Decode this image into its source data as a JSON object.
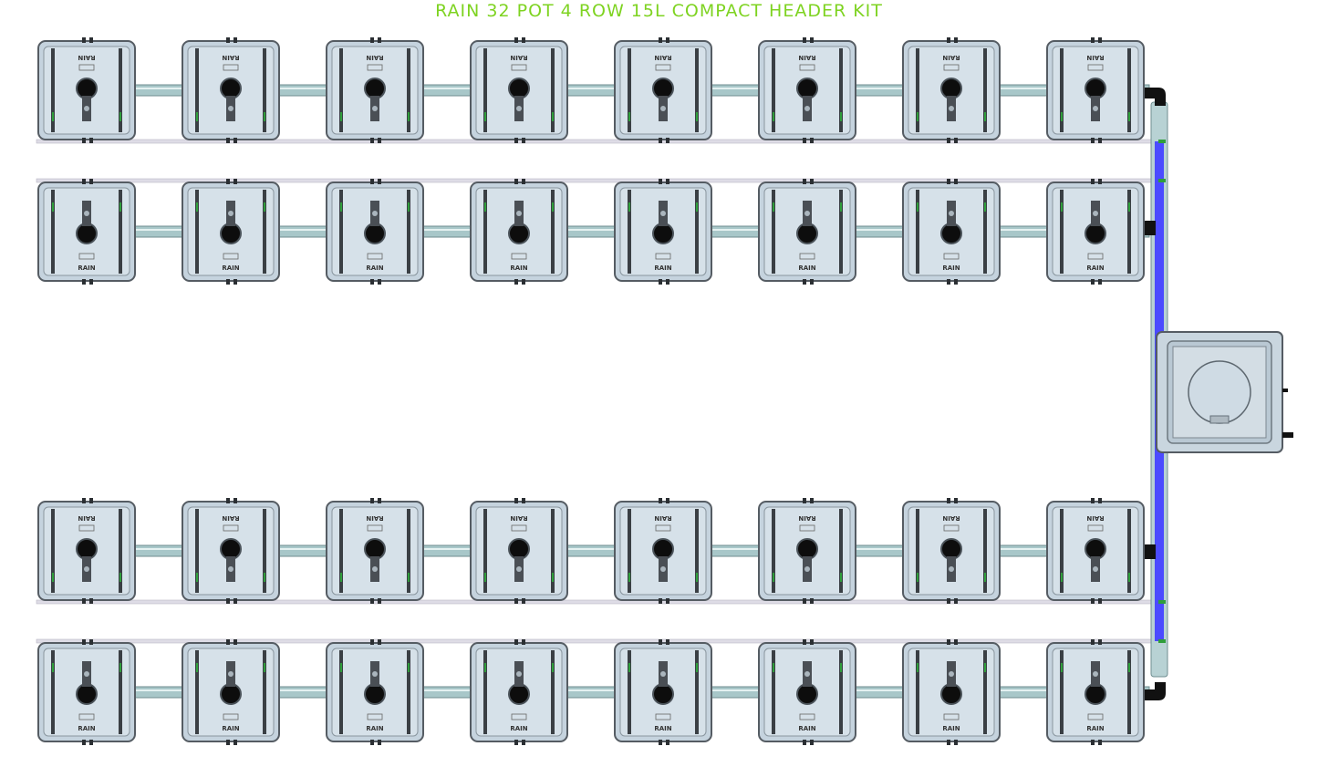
{
  "title": "RAIN 32 POT 4 ROW 15L COMPACT HEADER KIT",
  "pot_label": "RAIN",
  "colors": {
    "title": "#7ed321",
    "pot_body": "#c5d3de",
    "pot_inner": "#d6e1e9",
    "pot_outline": "#555c63",
    "pipe": "#a8c7c9",
    "pipe_edge": "#6f8e90",
    "header_pipe": "#4b4bff",
    "fitting": "#111111",
    "rail": "#dedce6",
    "accent": "#2f9e3b"
  },
  "layout": {
    "rows": 4,
    "pots_per_row": 8,
    "row_orientation": [
      "flipped",
      "normal",
      "flipped",
      "normal"
    ]
  }
}
